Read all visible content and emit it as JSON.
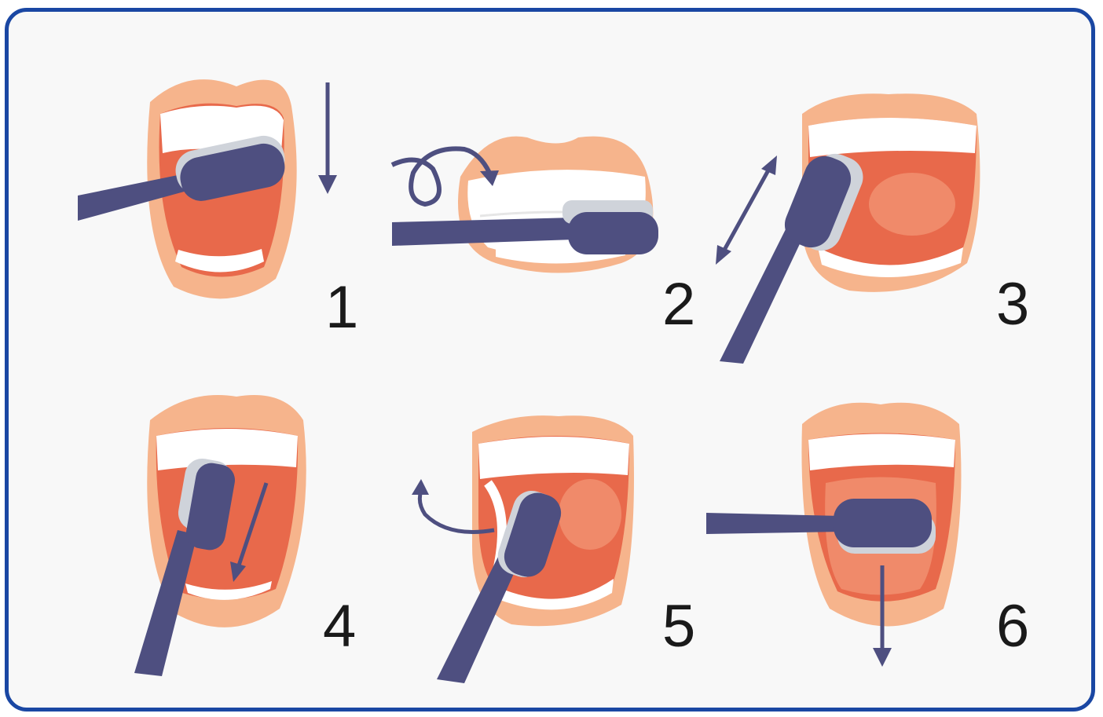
{
  "steps": [
    {
      "number": "1"
    },
    {
      "number": "2"
    },
    {
      "number": "3"
    },
    {
      "number": "4"
    },
    {
      "number": "5"
    },
    {
      "number": "6"
    }
  ],
  "colors": {
    "frame_border": "#1a47a3",
    "background": "#f8f8f8",
    "lips": "#f6b48c",
    "lips_dark": "#ee9f72",
    "mouth_inside": "#e8694b",
    "tongue": "#f08a6a",
    "teeth": "#ffffff",
    "gum": "#f8c9ae",
    "brush": "#4e4f80",
    "bristles": "#cfd3da",
    "arrow": "#4e4f80",
    "number_text": "#1a1a1a"
  },
  "icons": [
    "downward-arrow-icon",
    "circular-motion-arrow-icon",
    "double-headed-arrow-icon",
    "curved-flick-arrow-icon"
  ]
}
